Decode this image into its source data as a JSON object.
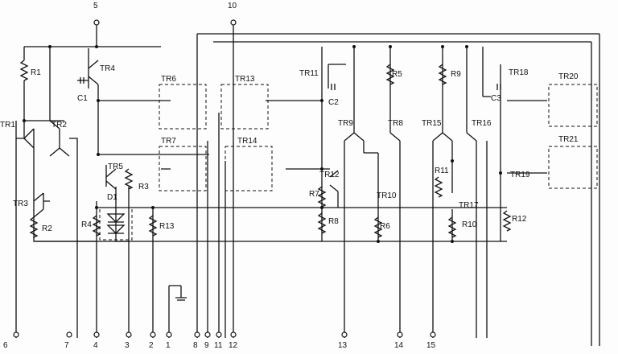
{
  "labels": {
    "R1": "R1",
    "TR1": "TR1",
    "TR2": "TR2",
    "TR3": "TR3",
    "R2": "R2",
    "TR4": "TR4",
    "C1": "C1",
    "TR5": "TR5",
    "R3": "R3",
    "D1": "D1",
    "R4": "R4",
    "R13": "R13",
    "TR6": "TR6",
    "TR7": "TR7",
    "TR13": "TR13",
    "TR14": "TR14",
    "TR11": "TR11",
    "C2": "C2",
    "R5": "R5",
    "TR9": "TR9",
    "TR8": "TR8",
    "TR12": "TR12",
    "R7": "R7",
    "R8": "R8",
    "TR10": "TR10",
    "R6": "R6",
    "R9": "R9",
    "TR15": "TR15",
    "TR16": "TR16",
    "TR18": "TR18",
    "C3": "C3",
    "R11": "R11",
    "TR17": "TR17",
    "R10": "R10",
    "TR19": "TR19",
    "R12": "R12",
    "TR20": "TR20",
    "TR21": "TR21"
  },
  "pins": {
    "p5": "5",
    "p10": "10",
    "p6": "6",
    "p7": "7",
    "p4": "4",
    "p3": "3",
    "p2": "2",
    "p1": "1",
    "p8": "8",
    "p9": "9",
    "p11": "11",
    "p12": "12",
    "p13": "13",
    "p14": "14",
    "p15": "15"
  }
}
